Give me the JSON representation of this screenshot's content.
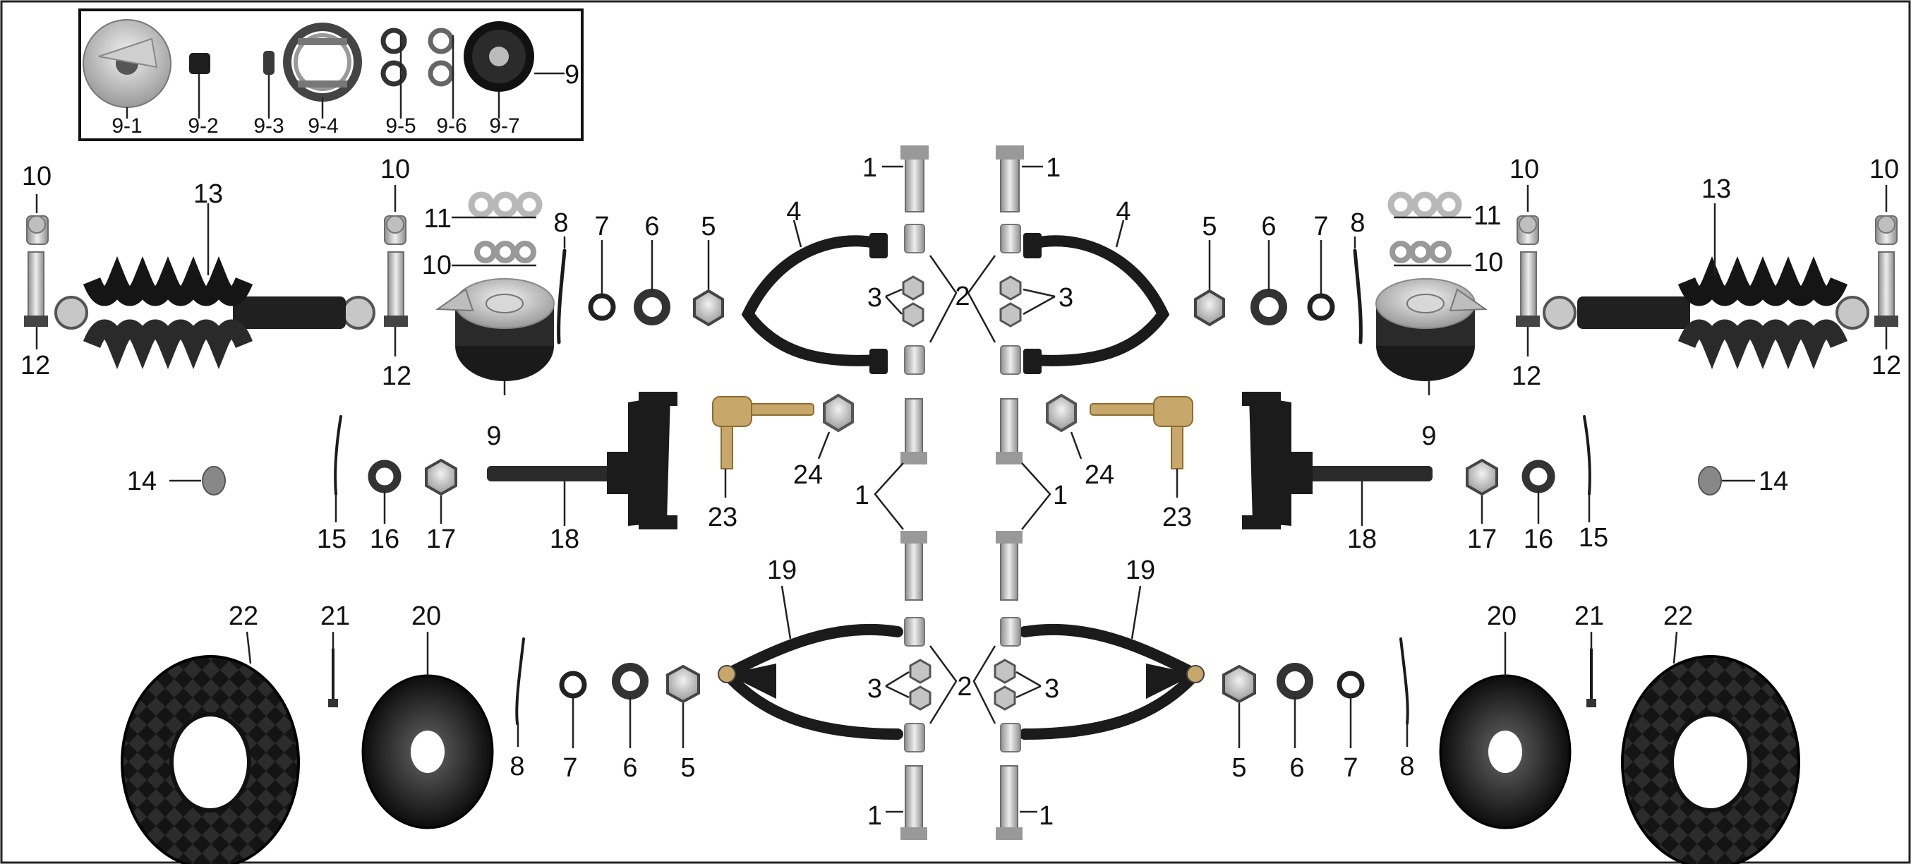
{
  "labels": {
    "kit": [
      "9-1",
      "9-2",
      "9-3",
      "9-4",
      "9-5",
      "9-6",
      "9-7"
    ],
    "kit_main": "9",
    "n1": "1",
    "n2": "2",
    "n3": "3",
    "n4": "4",
    "n5": "5",
    "n6": "6",
    "n7": "7",
    "n8": "8",
    "n9": "9",
    "n10": "10",
    "n11": "11",
    "n12": "12",
    "n13": "13",
    "n14": "14",
    "n15": "15",
    "n16": "16",
    "n17": "17",
    "n18": "18",
    "n19": "19",
    "n20": "20",
    "n21": "21",
    "n22": "22",
    "n23": "23",
    "n24": "24"
  },
  "colors": {
    "ink": "#111111",
    "steel_light": "#e4e4e4",
    "steel_dark": "#8e8e8e",
    "brass": "#c8a86a",
    "rubber": "#1b1b1b",
    "background": "#ffffff"
  },
  "icons": [
    "brake-backplate",
    "brake-block",
    "bolt",
    "brake-shoes",
    "washer-pair",
    "o-ring-pair",
    "brake-drum",
    "shock-absorber",
    "hub",
    "steering-knuckle",
    "tie-rod-end",
    "a-arm",
    "tire",
    "rim",
    "valve-stem",
    "cotter-pin",
    "nut",
    "washer"
  ]
}
